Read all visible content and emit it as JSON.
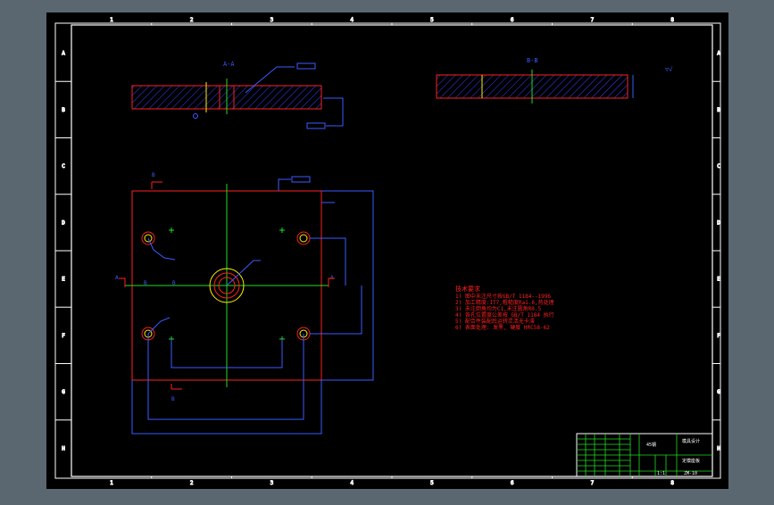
{
  "sheet": {
    "background": "#000000",
    "frame_color": "#ffffff",
    "zone_columns": [
      "1",
      "2",
      "3",
      "4",
      "5",
      "6",
      "7",
      "8"
    ],
    "zone_rows": [
      "A",
      "B",
      "C",
      "D",
      "E",
      "F",
      "G",
      "H"
    ]
  },
  "colors": {
    "part_outline": "#ff2020",
    "dimension": "#3a5cff",
    "centerline": "#22dd22",
    "hatch": "#3344ff",
    "notes": "#ff2020"
  },
  "views": {
    "section_aa_label": "A-A",
    "section_bb_label": "B-B",
    "cut_label_a": "A",
    "cut_label_b": "B"
  },
  "notes": {
    "title": "技术要求",
    "lines": [
      "1) 图中未注尺寸按GB/T 1184--1996",
      "2) 加工精度:IT7,粗糙度Ra1.6,热处理",
      "3) 未注倒角均为C1,未注圆角R0.5",
      "4) 各孔位置度公差按 GB/T 1184 执行",
      "5) 配合件装配后运转灵活无卡滞",
      "6) 表面处理: 发黑, 硬度 HRC58-62"
    ]
  },
  "title_block": {
    "part_name": "定模座板",
    "drawing_no": "ZM-10",
    "company": "模具设计",
    "scale": "1:1",
    "material": "45钢"
  }
}
